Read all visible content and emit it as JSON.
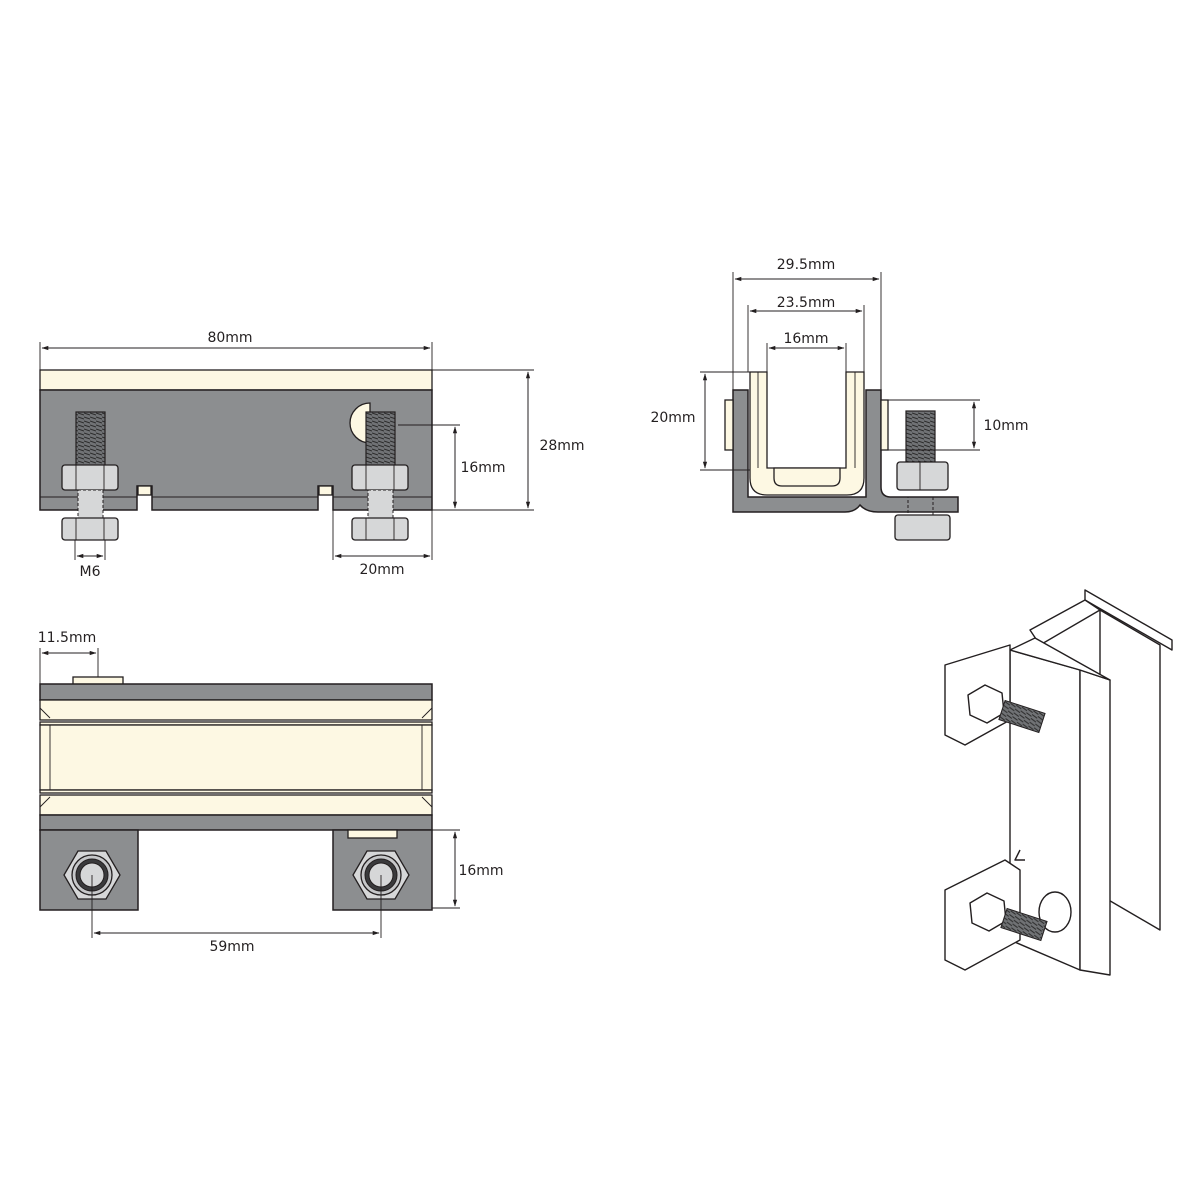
{
  "views": {
    "side_view": {
      "dims": {
        "length": "80mm",
        "height": "28mm",
        "bolt_height": "16mm",
        "bolt_offset": "20mm",
        "thread": "M6"
      }
    },
    "end_view": {
      "dims": {
        "outer_width": "29.5mm",
        "mid_width": "23.5mm",
        "inner_width": "16mm",
        "insert_height": "20mm",
        "tab_height": "10mm"
      }
    },
    "top_view": {
      "dims": {
        "tab_offset": "11.5mm",
        "foot_height": "16mm",
        "bolt_spacing": "59mm"
      }
    }
  },
  "colors": {
    "body": "#8c8e90",
    "insert": "#fdf8e3",
    "nut": "#d6d7d8",
    "line": "#231f20"
  }
}
